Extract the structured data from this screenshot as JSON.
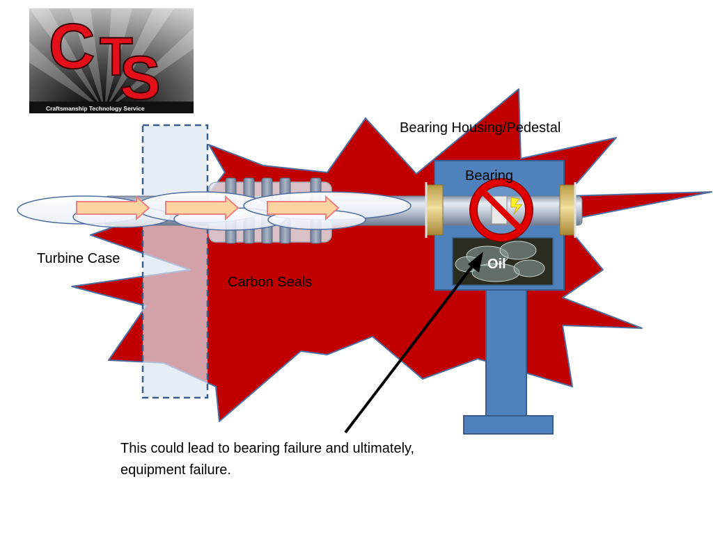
{
  "logo": {
    "letters": [
      "C",
      "T",
      "S"
    ],
    "subtitle": "Craftsmanship  Technology  Service",
    "letter_color": "#e3101c"
  },
  "labels": {
    "bearing_housing": "Bearing Housing/Pedestal",
    "bearing": "Bearing",
    "turbine_case": "Turbine Case",
    "carbon_seals": "Carbon Seals",
    "oil": "Oil"
  },
  "caption": {
    "line1": "This could lead to bearing failure and ultimately,",
    "line2": "equipment failure."
  },
  "colors": {
    "explosion_red": "#c00000",
    "pedestal_blue": "#4f81bd",
    "pedestal_border": "#385d8a",
    "arrow_fill": "#fbd4a0",
    "arrow_stroke": "#f08080",
    "no_symbol_red": "#e00000"
  },
  "icons": {
    "prohibited": "no-symbol-icon",
    "flow_arrow": "right-arrow-icon",
    "pointer": "pointer-arrow-icon"
  }
}
